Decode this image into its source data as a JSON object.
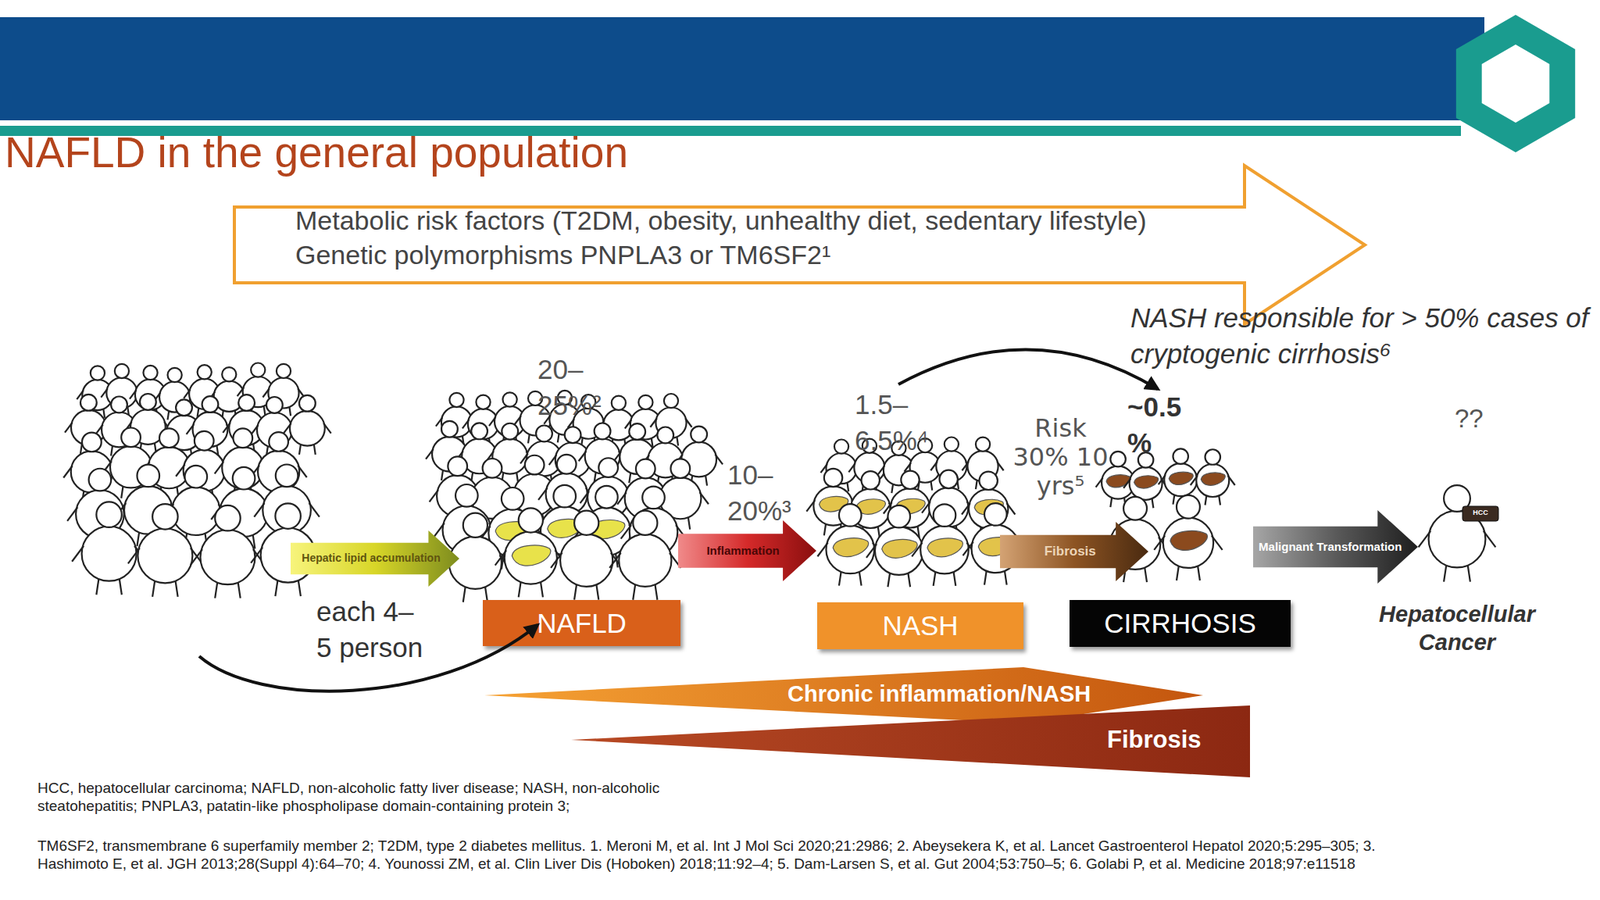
{
  "diagram": {
    "title": "NAFLD in the general population",
    "nodes": [
      {
        "text": [
          "Metabolic risk factors (T2DM, obesity, unhealthy diet, sedentary lifestyle) Genetic polymorphisms PNPLA3 or TM6SF2¹"
        ]
      },
      {
        "text": [
          "Hepatic lipid accumulation"
        ]
      },
      {
        "text": [
          "Inflammation"
        ]
      },
      {
        "text": [
          "Fibrosis"
        ]
      },
      {
        "text": [
          "Malignant Transformation"
        ]
      },
      {
        "text": [
          "NAFLD"
        ]
      },
      {
        "text": [
          "NASH"
        ]
      },
      {
        "text": [
          "CIRRHOSIS"
        ]
      },
      {
        "text": [
          "Chronic inflammation/NASH"
        ]
      },
      {
        "text": [
          "Fibrosis"
        ]
      }
    ],
    "labels": [
      "NASH responsible for > 50% cases of cryptogenic cirrhosis⁶",
      "20–25%²",
      "1.5–6.5%⁴",
      "Risk 30% 10 yrs⁵",
      "~0.5 %",
      "??",
      "10–20%³",
      "HCC",
      "each 4–5 person",
      "Hepatocellular Cancer",
      "HCC, hepatocellular carcinoma; NAFLD, non-alcoholic fatty liver disease; NASH, non-alcoholic steatohepatitis; PNPLA3, patatin-like phospholipase domain-containing protein 3;",
      "TM6SF2, transmembrane 6 superfamily member 2; T2DM, type 2 diabetes mellitus. 1. Meroni M, et al. Int J Mol Sci 2020;21:2986; 2. Abeysekera K, et al. Lancet Gastroenterol Hepatol 2020;5:295–305; 3. Hashimoto E, et al. JGH 2013;28(Suppl 4):64–70; 4. Younossi ZM, et al. Clin Liver Dis (Hoboken) 2018;11:92–4; 5. Dam-Larsen S, et al. Gut 2004;53:750–5; 6. Golabi P, et al. Medicine 2018;97:e11518"
    ]
  }
}
